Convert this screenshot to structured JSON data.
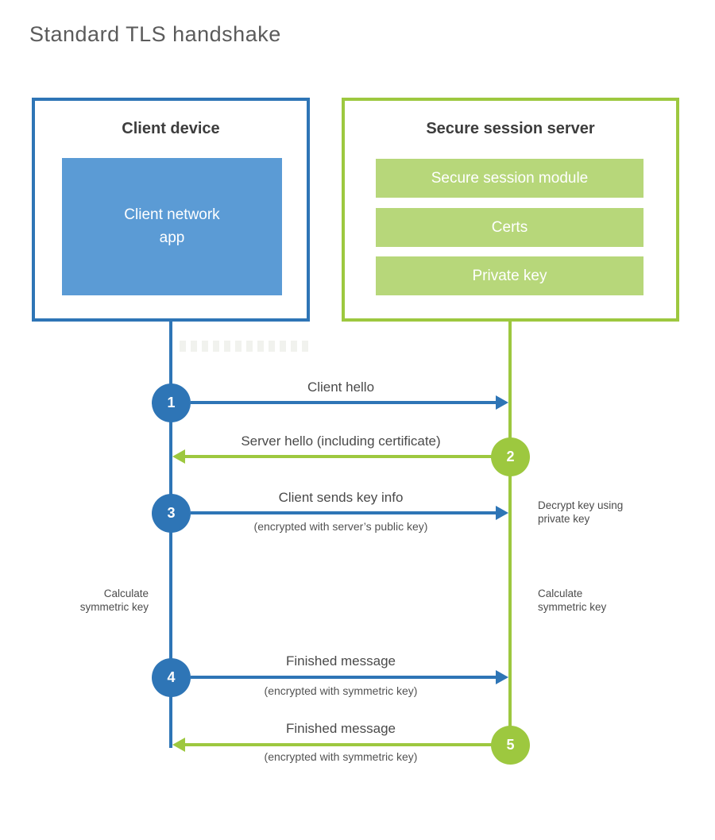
{
  "title": "Standard TLS handshake",
  "client": {
    "title": "Client device",
    "app_label": "Client network\napp"
  },
  "server": {
    "title": "Secure session server",
    "modules": [
      {
        "label": "Secure session module"
      },
      {
        "label": "Certs"
      },
      {
        "label": "Private key"
      }
    ]
  },
  "flows": [
    {
      "step": "1",
      "label": "Client hello",
      "sublabel": "",
      "from": "client",
      "to": "server"
    },
    {
      "step": "2",
      "label": "Server hello (including certificate)",
      "sublabel": "",
      "from": "server",
      "to": "client"
    },
    {
      "step": "3",
      "label": "Client sends key info",
      "sublabel": "(encrypted with server’s public key)",
      "from": "client",
      "to": "server"
    },
    {
      "step": "4",
      "label": "Finished message",
      "sublabel": "(encrypted with symmetric key)",
      "from": "client",
      "to": "server"
    },
    {
      "step": "5",
      "label": "Finished message",
      "sublabel": "(encrypted with symmetric key)",
      "from": "server",
      "to": "client"
    }
  ],
  "notes": {
    "decrypt": "Decrypt key using\nprivate key",
    "calculate_left": "Calculate\nsymmetric key",
    "calculate_right": "Calculate\nsymmetric key"
  },
  "colors": {
    "client_blue": "#2e75b6",
    "client_blue_light": "#5b9bd5",
    "server_green": "#9dc83f",
    "server_green_light": "#b7d77a"
  }
}
